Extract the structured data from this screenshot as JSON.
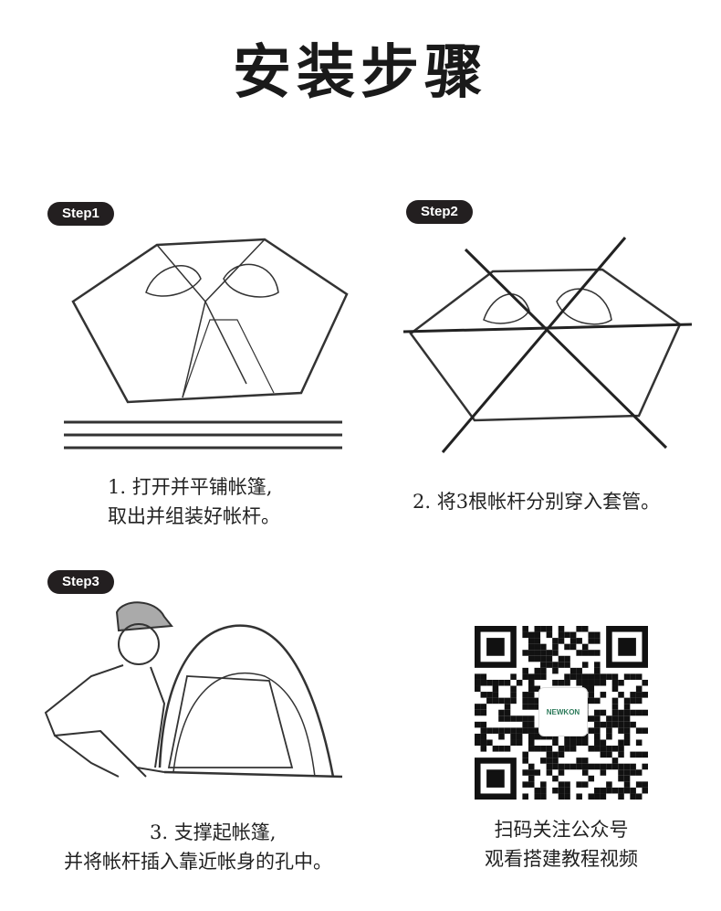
{
  "title": "安装步骤",
  "steps": [
    {
      "badge": "Step1",
      "line1": "1. 打开并平铺帐篷,",
      "line2": "取出并组装好帐杆。"
    },
    {
      "badge": "Step2",
      "line1": "2. 将3根帐杆分别穿入套管。"
    },
    {
      "badge": "Step3",
      "line1": "3. 支撑起帐篷,",
      "line2": "并将帐杆插入靠近帐身的孔中。"
    }
  ],
  "qr": {
    "logo_text": "NEWKON",
    "line1": "扫码关注公众号",
    "line2": "观看搭建教程视频"
  },
  "icons": {
    "step1_illustration": "flat-tent-with-poles-icon",
    "step2_illustration": "tent-poles-crossed-icon",
    "step3_illustration": "person-pitching-tent-icon",
    "qr_code": "qr-code-icon"
  }
}
